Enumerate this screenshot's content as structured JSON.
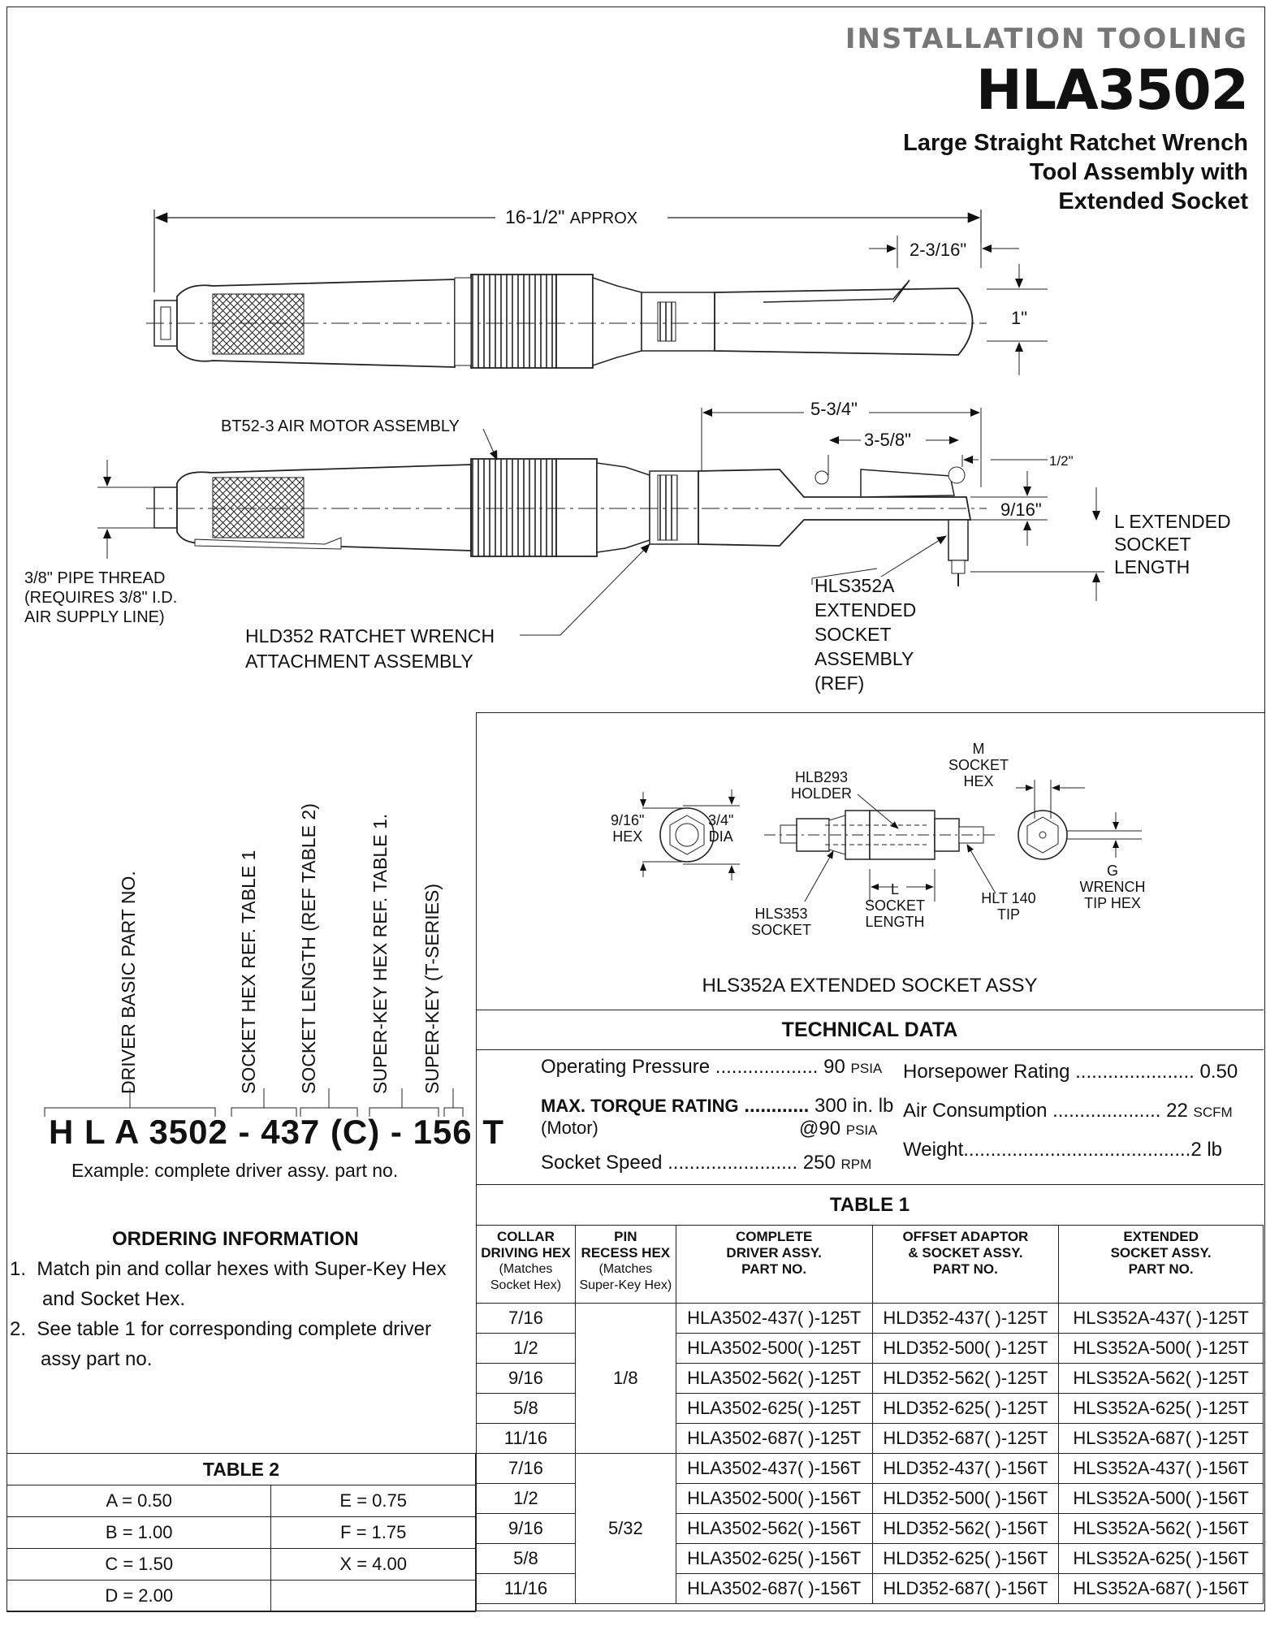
{
  "header": {
    "category": "INSTALLATION TOOLING",
    "model": "HLA3502",
    "title_line1": "Large Straight Ratchet Wrench",
    "title_line2": "Tool Assembly with",
    "title_line3": "Extended Socket"
  },
  "diagram_top": {
    "overall_length": "16-1/2\"",
    "overall_length_suffix": "APPROX",
    "head_length": "2-3/16\"",
    "head_height": "1\""
  },
  "diagram_side": {
    "motor_label": "BT52-3 AIR MOTOR ASSEMBLY",
    "dim_5_3_4": "5-3/4\"",
    "dim_3_5_8": "3-5/8\"",
    "dim_1_2": "1/2\"",
    "dim_9_16": "9/16\"",
    "l_extended_1": "L EXTENDED",
    "l_extended_2": "SOCKET",
    "l_extended_3": "LENGTH",
    "pipe_1": "3/8\" PIPE THREAD",
    "pipe_2": "(REQUIRES 3/8\" I.D.",
    "pipe_3": "AIR SUPPLY LINE)",
    "attach_1": "HLD352 RATCHET WRENCH",
    "attach_2": "ATTACHMENT ASSEMBLY",
    "socket_1": "HLS352A",
    "socket_2": "EXTENDED",
    "socket_3": "SOCKET",
    "socket_4": "ASSEMBLY",
    "socket_5": "(REF)"
  },
  "socket_detail": {
    "hex_916": "9/16\"",
    "hex_word": "HEX",
    "dia_34": "3/4\"",
    "dia_word": "DIA",
    "holder_1": "HLB293",
    "holder_2": "HOLDER",
    "m_1": "M",
    "m_2": "SOCKET",
    "m_3": "HEX",
    "l_1": "L",
    "l_2": "SOCKET",
    "l_3": "LENGTH",
    "hls353_1": "HLS353",
    "hls353_2": "SOCKET",
    "hlt_1": "HLT 140",
    "hlt_2": "TIP",
    "g_1": "G",
    "g_2": "WRENCH",
    "g_3": "TIP HEX",
    "caption": "HLS352A EXTENDED SOCKET ASSY"
  },
  "part_number": {
    "label_basic": "DRIVER BASIC PART NO.",
    "label_socket_hex": "SOCKET HEX REF. TABLE 1",
    "label_socket_length": "SOCKET LENGTH (REF TABLE 2)",
    "label_superkey_hex": "SUPER-KEY HEX REF. TABLE 1.",
    "label_superkey": "SUPER-KEY (T-SERIES)",
    "code": "H L A 3502 - 437 (C) - 156 T",
    "example": "Example: complete driver assy. part no."
  },
  "ordering": {
    "title": "ORDERING INFORMATION",
    "item1_num": "1.",
    "item1_a": "Match pin and collar hexes with Super-Key Hex",
    "item1_b": "and Socket Hex.",
    "item2_num": "2.",
    "item2_a": "See table 1 for corresponding complete driver",
    "item2_b": "assy part no."
  },
  "tech": {
    "title": "TECHNICAL DATA",
    "op_label": "Operating Pressure",
    "op_dots": "...................",
    "op_value": "90",
    "op_unit": "PSIA",
    "torque_label": "MAX. TORQUE RATING",
    "torque_dots": "............",
    "torque_value": "300 in. lb",
    "torque_sub": "(Motor)",
    "torque_at": "@90",
    "torque_unit": "PSIA",
    "speed_label": "Socket Speed",
    "speed_dots": "........................",
    "speed_value": "250",
    "speed_unit": "RPM",
    "hp_label": "Horsepower Rating",
    "hp_dots": "......................",
    "hp_value": "0.50",
    "air_label": "Air Consumption",
    "air_dots": "....................",
    "air_value": "22",
    "air_unit": "SCFM",
    "weight_label": "Weight",
    "weight_dots": "..........................................",
    "weight_value": "2 lb"
  },
  "table1": {
    "title": "TABLE 1",
    "h1a": "COLLAR",
    "h1b": "DRIVING HEX",
    "h1c": "(Matches",
    "h1d": "Socket Hex)",
    "h2a": "PIN",
    "h2b": "RECESS HEX",
    "h2c": "(Matches",
    "h2d": "Super-Key Hex)",
    "h3a": "COMPLETE",
    "h3b": "DRIVER ASSY.",
    "h3c": "PART NO.",
    "h4a": "OFFSET ADAPTOR",
    "h4b": "& SOCKET ASSY.",
    "h4c": "PART NO.",
    "h5a": "EXTENDED",
    "h5b": "SOCKET ASSY.",
    "h5c": "PART NO.",
    "pin_a": "1/8",
    "pin_b": "5/32",
    "rows": [
      {
        "collar": "7/16",
        "driver": "HLA3502-437(  )-125T",
        "adaptor": "HLD352-437(  )-125T",
        "socket": "HLS352A-437(  )-125T"
      },
      {
        "collar": "1/2",
        "driver": "HLA3502-500(  )-125T",
        "adaptor": "HLD352-500(  )-125T",
        "socket": "HLS352A-500(  )-125T"
      },
      {
        "collar": "9/16",
        "driver": "HLA3502-562(  )-125T",
        "adaptor": "HLD352-562(  )-125T",
        "socket": "HLS352A-562(  )-125T"
      },
      {
        "collar": "5/8",
        "driver": "HLA3502-625(  )-125T",
        "adaptor": "HLD352-625(  )-125T",
        "socket": "HLS352A-625(  )-125T"
      },
      {
        "collar": "11/16",
        "driver": "HLA3502-687(  )-125T",
        "adaptor": "HLD352-687(  )-125T",
        "socket": "HLS352A-687(  )-125T"
      },
      {
        "collar": "7/16",
        "driver": "HLA3502-437(  )-156T",
        "adaptor": "HLD352-437(  )-156T",
        "socket": "HLS352A-437(  )-156T"
      },
      {
        "collar": "1/2",
        "driver": "HLA3502-500(  )-156T",
        "adaptor": "HLD352-500(  )-156T",
        "socket": "HLS352A-500(  )-156T"
      },
      {
        "collar": "9/16",
        "driver": "HLA3502-562(  )-156T",
        "adaptor": "HLD352-562(  )-156T",
        "socket": "HLS352A-562(  )-156T"
      },
      {
        "collar": "5/8",
        "driver": "HLA3502-625(  )-156T",
        "adaptor": "HLD352-625(  )-156T",
        "socket": "HLS352A-625(  )-156T"
      },
      {
        "collar": "11/16",
        "driver": "HLA3502-687(  )-156T",
        "adaptor": "HLD352-687(  )-156T",
        "socket": "HLS352A-687(  )-156T"
      }
    ]
  },
  "table2": {
    "title": "TABLE 2",
    "a": "A = 0.50",
    "e": "E = 0.75",
    "b": "B = 1.00",
    "f": "F = 1.75",
    "c": "C = 1.50",
    "x": "X = 4.00",
    "d": "D = 2.00"
  }
}
